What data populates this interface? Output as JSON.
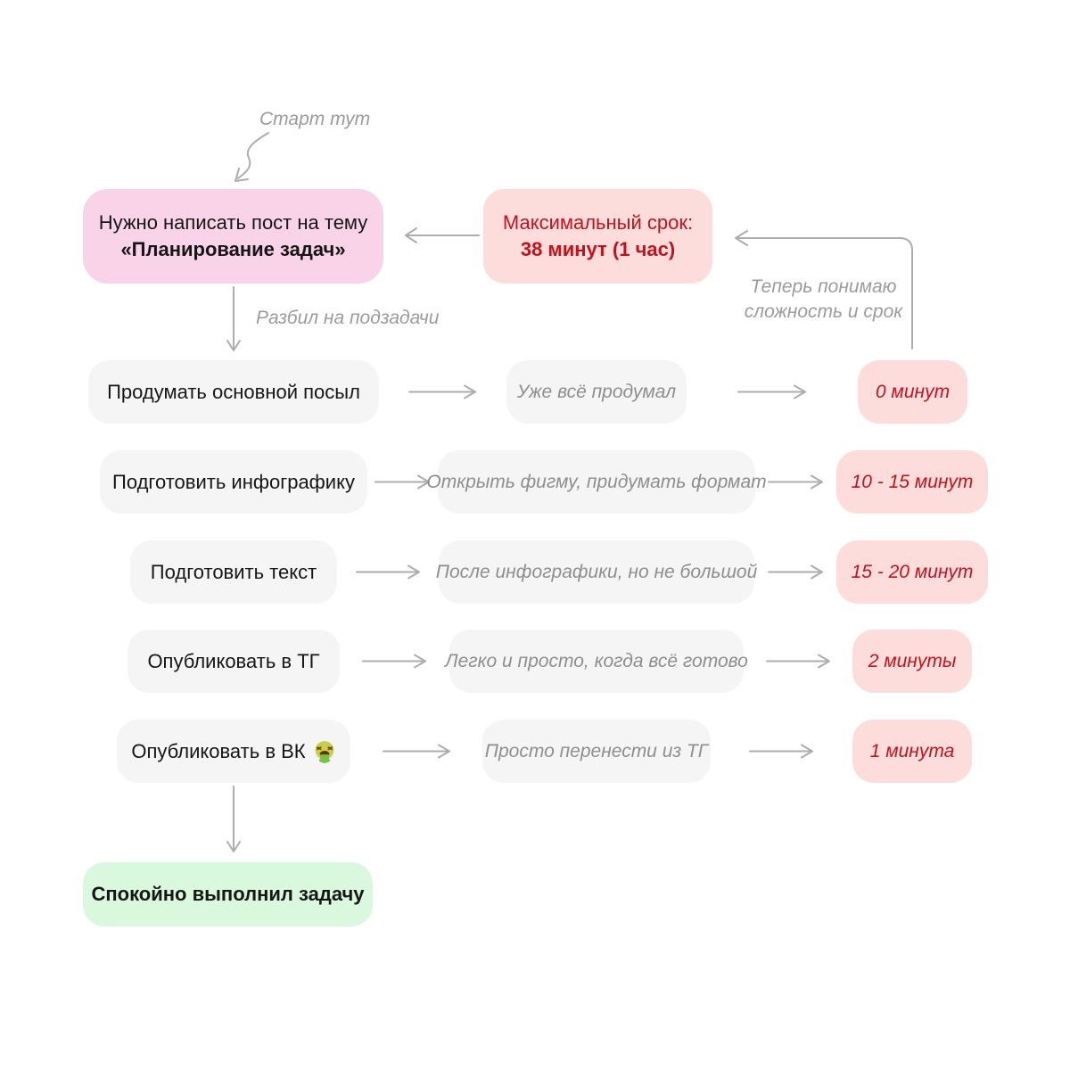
{
  "diagram_title_note": "task planning flowchart",
  "annotations": {
    "start": "Старт тут",
    "split": "Разбил на подзадачи",
    "understand_line1": "Теперь понимаю",
    "understand_line2": "сложность и срок"
  },
  "start_node": {
    "line1": "Нужно написать пост на тему",
    "line2": "«Планирование задач»"
  },
  "deadline_node": {
    "line1": "Максимальный срок:",
    "line2": "38 минут (1 час)"
  },
  "rows": [
    {
      "task": "Продумать основной посыл",
      "note": "Уже всё продумал",
      "time": "0 минут"
    },
    {
      "task": "Подготовить инфографику",
      "note": "Открыть фигму, придумать формат",
      "time": "10 - 15 минут"
    },
    {
      "task": "Подготовить текст",
      "note": "После инфографики, но не большой",
      "time": "15 - 20 минут"
    },
    {
      "task": "Опубликовать в ТГ",
      "note": "Легко и просто, когда всё готово",
      "time": "2 минуты"
    },
    {
      "task": "Опубликовать в ВК",
      "task_emoji": "🤮",
      "task_emoji_name": "vomiting-face",
      "note": "Просто перенести из ТГ",
      "time": "1 минута"
    }
  ],
  "end_node": {
    "label": "Спокойно выполнил задачу"
  },
  "colors": {
    "background": "#ffffff",
    "start_box": "#f9d3e8",
    "deadline_box": "#fcdddc",
    "time_box": "#fcdddc",
    "task_box": "#f5f5f5",
    "end_box": "#d9f8de",
    "red_text": "#c4121c",
    "dark_text": "#161616",
    "note_text": "#8e8e8e",
    "annotation_text": "#9b9b9b",
    "arrow": "#adadad"
  }
}
